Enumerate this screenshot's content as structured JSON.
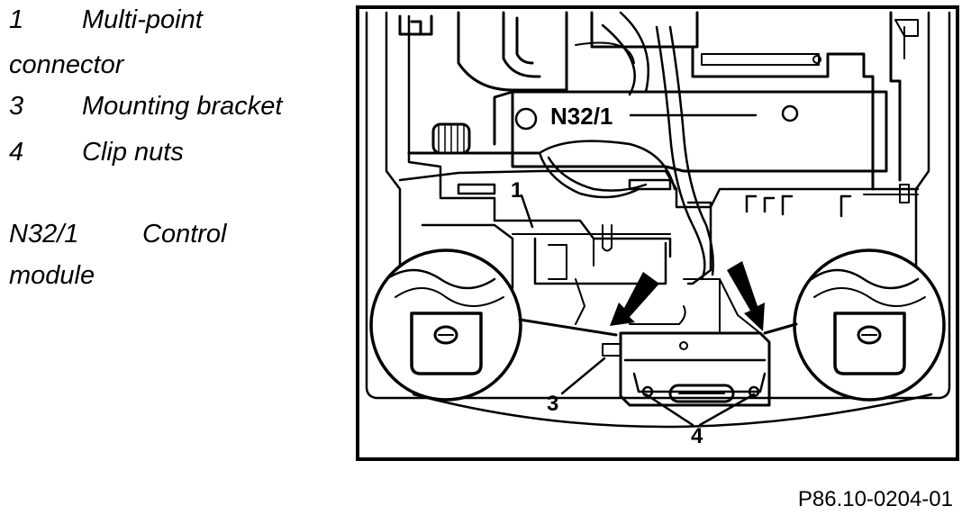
{
  "legend": {
    "items": [
      {
        "number": "1",
        "text": "Multi-point",
        "continuation": "connector"
      },
      {
        "number": "3",
        "text": "Mounting bracket"
      },
      {
        "number": "4",
        "text": "Clip nuts"
      },
      {
        "number": "N32/1",
        "text": "Control",
        "continuation": "module"
      }
    ]
  },
  "figure": {
    "callouts": {
      "module_label": "N32/1",
      "connector_label": "1",
      "bracket_label": "3",
      "clip_nuts_label": "4"
    },
    "figure_id": "P86.10-0204-01"
  }
}
